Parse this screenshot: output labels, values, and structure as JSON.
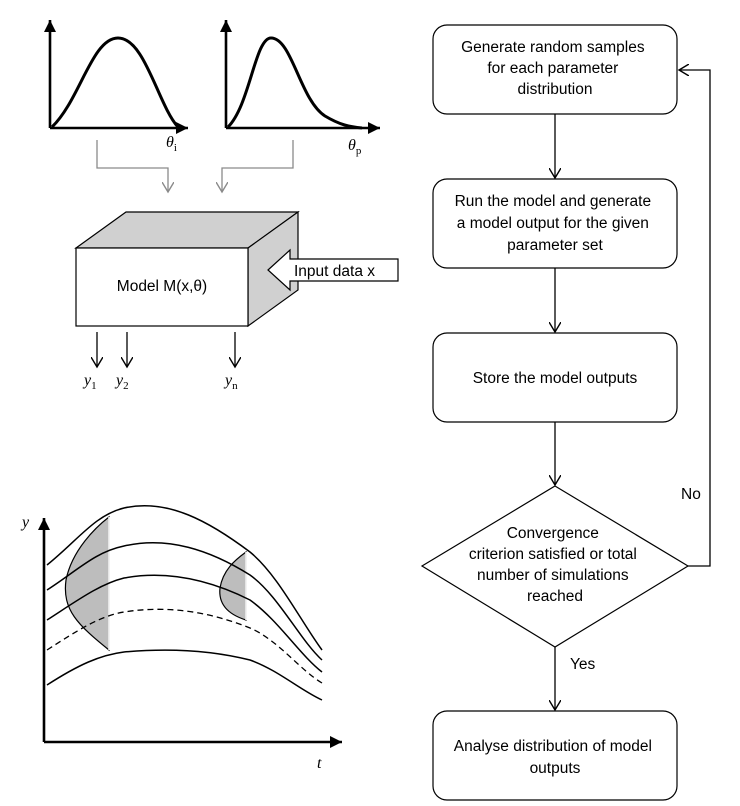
{
  "distributions": {
    "theta_i": {
      "symbol": "θ",
      "sub": "i"
    },
    "theta_p": {
      "symbol": "θ",
      "sub": "p"
    }
  },
  "model": {
    "label": "Model M(x,θ)",
    "input_label": "Input data x",
    "outputs": [
      {
        "symbol": "y",
        "sub": "1"
      },
      {
        "symbol": "y",
        "sub": "2"
      },
      {
        "symbol": "y",
        "sub": "n"
      }
    ]
  },
  "plot": {
    "ylabel": "y",
    "xlabel": "t"
  },
  "flowchart": {
    "step1": [
      "Generate random samples",
      "for each parameter",
      "distribution"
    ],
    "step2": [
      "Run the model and generate",
      "a model output for the given",
      "parameter set"
    ],
    "step3": [
      "Store the model outputs"
    ],
    "decision": [
      "Convergence",
      "criterion satisfied or total",
      "number of simulations",
      "reached"
    ],
    "no_label": "No",
    "yes_label": "Yes",
    "step4": [
      "Analyse distribution of model",
      "outputs"
    ]
  },
  "colors": {
    "shade": "#bdbdbd",
    "box_side": "#d0d0d0",
    "connector_grey": "#8a8a8a"
  }
}
